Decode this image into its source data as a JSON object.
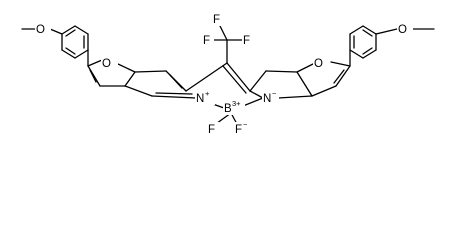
{
  "molecule": {
    "atoms": {
      "o_methoxy_left": "O",
      "o_furan_left": "O",
      "f_cf3_1": "F",
      "f_cf3_2": "F",
      "f_cf3_3": "F",
      "o_furan_right": "O",
      "o_methoxy_right": "O",
      "n_left": "N",
      "n_left_charge": "+",
      "boron": "B",
      "boron_charge": "3+",
      "n_right": "N",
      "n_right_charge": "−",
      "f_b_1": "F",
      "f_b_2": "F",
      "f_b_2_charge": "−"
    }
  }
}
